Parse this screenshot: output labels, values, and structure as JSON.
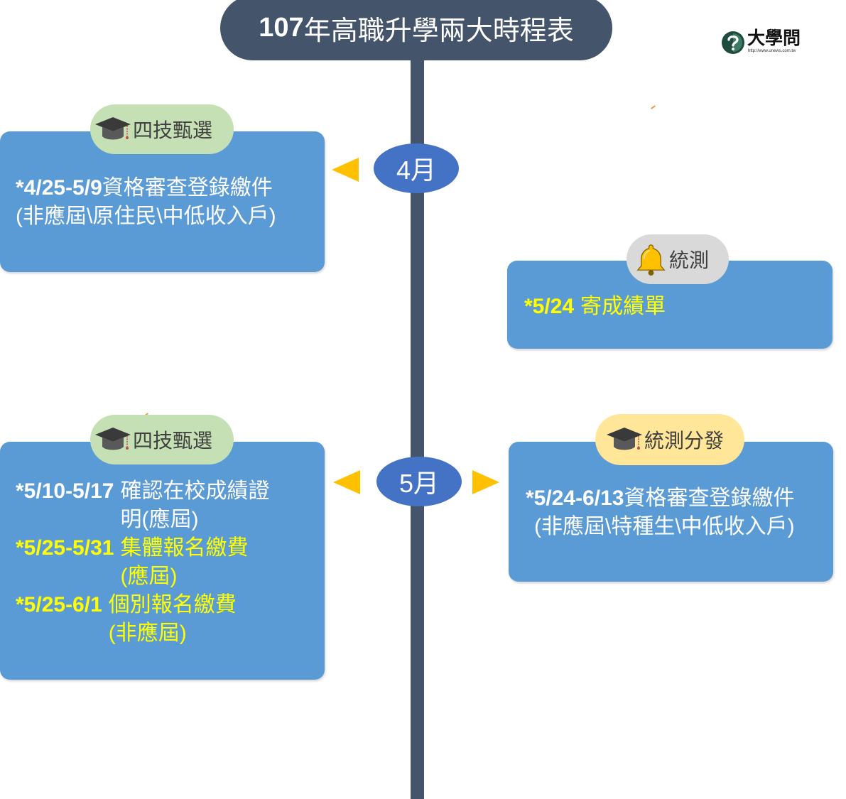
{
  "title": {
    "year": "107",
    "text": "年高職升學兩大時程表"
  },
  "logo": {
    "name": "大學問",
    "url": "http://www.unews.com.tw",
    "icon": "question-circle-icon"
  },
  "colors": {
    "title_bg": "#44546a",
    "timeline": "#44546a",
    "box": "#5b9bd5",
    "month": "#4472c4",
    "arrow": "#ffc000",
    "text": "#ffffff",
    "highlight_text": "#ffff00",
    "pill_green": "#c5e0b4",
    "pill_gray": "#d9d9d9",
    "pill_yellow": "#ffe699"
  },
  "april": {
    "month": "4月",
    "left": {
      "category": "四技甄選",
      "icon": "graduation-cap-icon",
      "lines": [
        {
          "date": "*4/25-5/9",
          "text": "資格審查登錄繳件"
        },
        {
          "text": "(非應屆\\原住民\\中低收入戶)"
        }
      ]
    }
  },
  "notice": {
    "category": "統測",
    "icon": "bell-icon",
    "date": "*5/24",
    "text": "寄成績單",
    "highlight": true
  },
  "may": {
    "month": "5月",
    "left": {
      "category": "四技甄選",
      "icon": "graduation-cap-icon",
      "items": [
        {
          "date": "*5/10-5/17",
          "line1": "確認在校成績證",
          "line2": "明(應屆)",
          "highlight": false
        },
        {
          "date": "*5/25-5/31",
          "line1": "集體報名繳費",
          "line2": "(應屆)",
          "highlight": true
        },
        {
          "date": "*5/25-6/1",
          "line1": "個別報名繳費",
          "line2": "(非應屆)",
          "highlight": true
        }
      ]
    },
    "right": {
      "category": "統測分發",
      "icon": "graduation-cap-icon",
      "lines": [
        {
          "date": "*5/24-6/13",
          "text": "資格審查登錄繳件"
        },
        {
          "text": "(非應屆\\特種生\\中低收入戶)"
        }
      ]
    }
  }
}
